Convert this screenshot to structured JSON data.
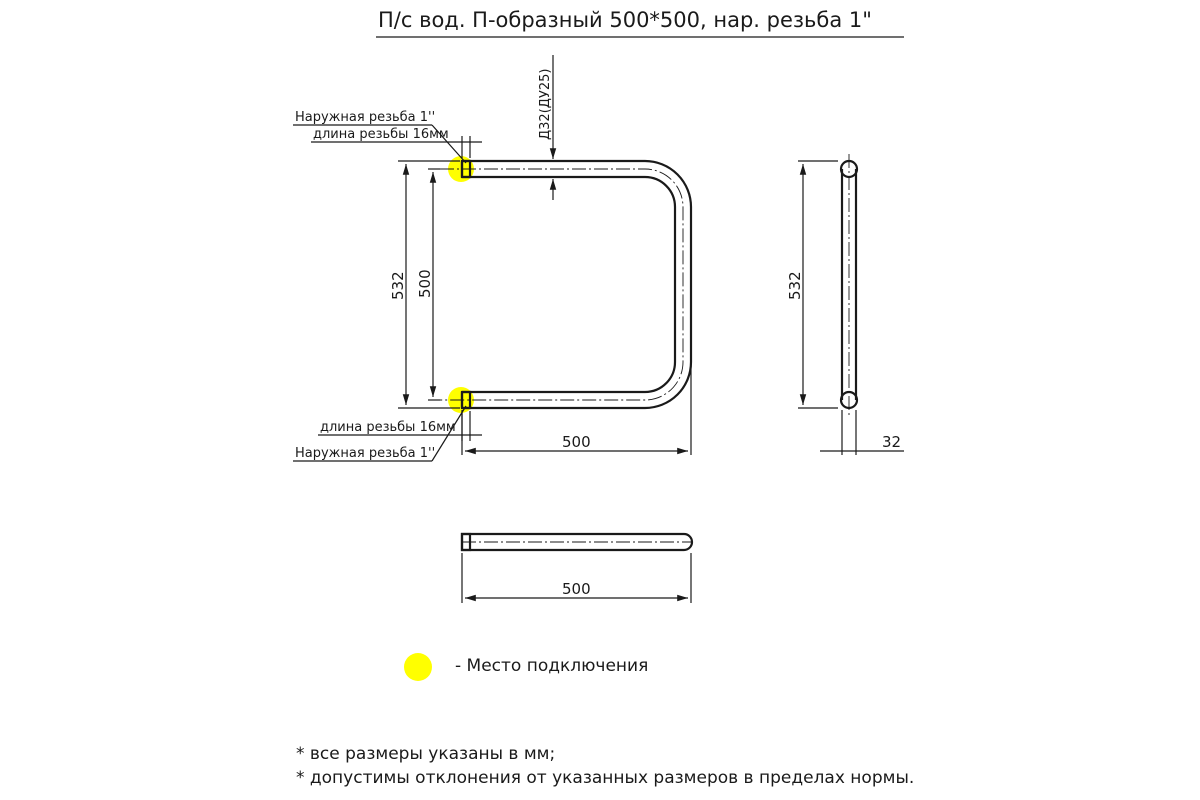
{
  "title": "П/с вод. П-образный 500*500, нар. резьба 1\"",
  "top_view": {
    "outer_thread_top": "Наружная резьба 1''",
    "thread_length_top": "длина резьбы 16мм",
    "thread_length_bottom": "длина резьбы 16мм",
    "outer_thread_bottom": "Наружная резьба 1''",
    "pipe_diameter": "Д32(ДУ25)",
    "overall_height": "532",
    "axis_height": "500",
    "width": "500"
  },
  "side_view": {
    "height": "532",
    "depth": "32"
  },
  "bottom_view": {
    "width": "500"
  },
  "legend": {
    "marker_color": "#ffff00",
    "label": "- Место подключения"
  },
  "notes": [
    "* все размеры указаны в мм;",
    "* допустимы отклонения от указанных размеров в пределах нормы."
  ]
}
